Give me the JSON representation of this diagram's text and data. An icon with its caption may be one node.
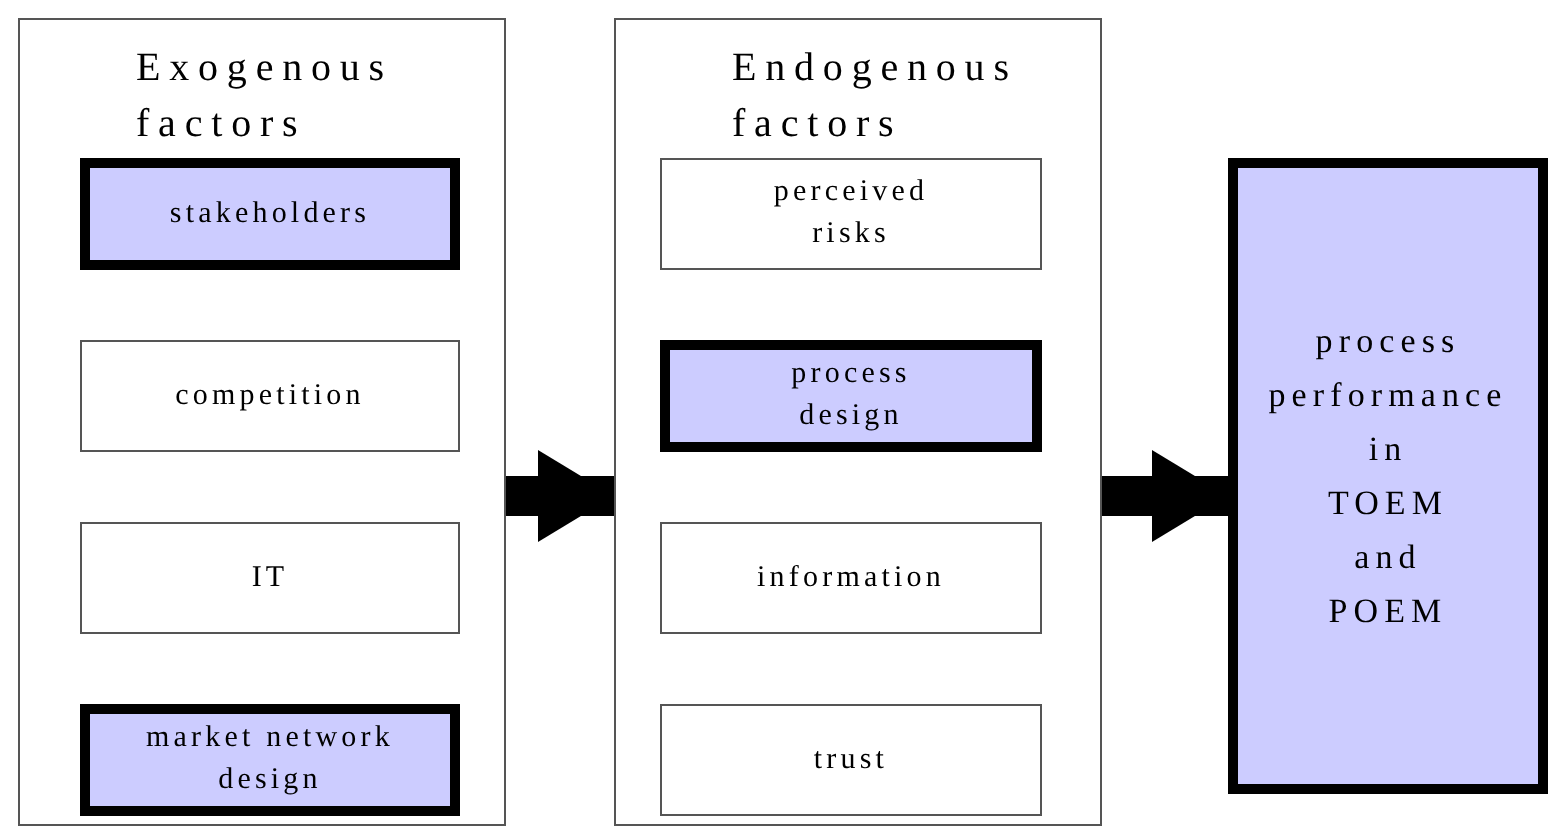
{
  "diagram": {
    "nodes": [
      {
        "text": [
          "Exogenous factors"
        ]
      },
      {
        "text": [
          "stakeholders"
        ],
        "in": 0
      },
      {
        "text": [
          "competition"
        ],
        "in": 0
      },
      {
        "text": [
          "IT"
        ],
        "in": 0
      },
      {
        "text": [
          "market network design"
        ],
        "in": 0
      },
      {
        "text": [
          "Endogenous factors"
        ]
      },
      {
        "text": [
          "perceived risks"
        ],
        "in": 5
      },
      {
        "text": [
          "process design"
        ],
        "in": 5
      },
      {
        "text": [
          "information"
        ],
        "in": 5
      },
      {
        "text": [
          "trust"
        ],
        "in": 5
      },
      {
        "text": [
          "process performance in TOEM and POEM"
        ]
      }
    ],
    "edges": [
      {
        "from": 0,
        "to": 5,
        "arrow": "to"
      },
      {
        "from": 5,
        "to": 10,
        "arrow": "to"
      }
    ]
  }
}
